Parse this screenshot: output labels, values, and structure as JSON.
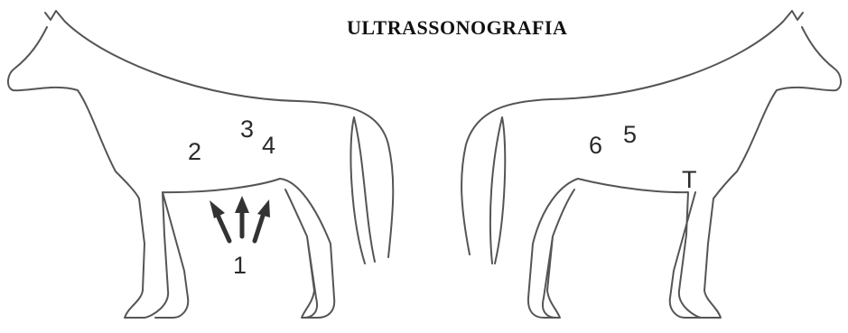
{
  "title": "ULTRASSONOGRAFIA",
  "markers": {
    "m1": "1",
    "m2": "2",
    "m3": "3",
    "m4": "4",
    "m5": "5",
    "m6": "6",
    "mT": "T"
  },
  "colors": {
    "outline": "#555555",
    "text": "#2a2a2a",
    "arrow": "#333333"
  }
}
